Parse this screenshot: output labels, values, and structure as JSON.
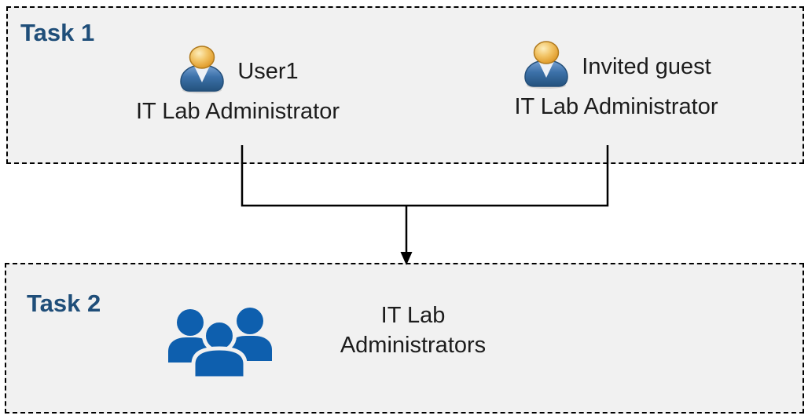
{
  "diagram": {
    "tasks": [
      {
        "title": "Task 1",
        "users": [
          {
            "name": "User1",
            "role": "IT Lab Administrator",
            "icon": "person-icon"
          },
          {
            "name": "Invited guest",
            "role": "IT Lab Administrator",
            "icon": "person-icon"
          }
        ]
      },
      {
        "title": "Task 2",
        "group": {
          "name": "IT Lab Administrators",
          "icon": "people-group-icon"
        }
      }
    ],
    "connector": {
      "shape": "merge-down-arrow"
    },
    "colors": {
      "task_title_blue": "#1F4E79",
      "box_background": "#F1F1F1",
      "box_border": "#000000",
      "body_text": "#1C1C1C",
      "group_icon_blue": "#0E5FAE",
      "person_head_gold": "#E9A83C",
      "person_body_blue": "#33699F",
      "connector_line": "#000000"
    }
  }
}
